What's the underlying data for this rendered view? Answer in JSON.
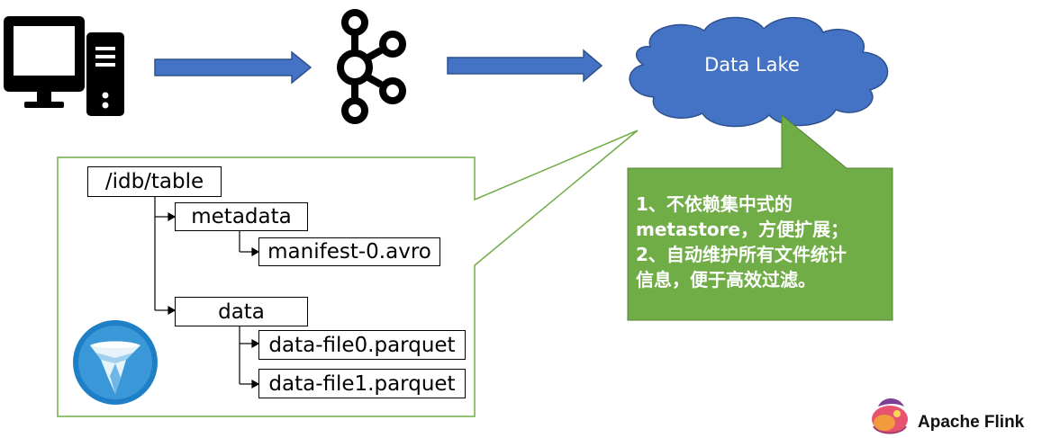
{
  "cloud": {
    "label": "Data Lake"
  },
  "tree": {
    "root": "/idb/table",
    "metadata": "metadata",
    "manifest": "manifest-0.avro",
    "data": "data",
    "file0": "data-file0.parquet",
    "file1": "data-file1.parquet"
  },
  "callout": {
    "lines": [
      "1、不依赖集中式的",
      "metastore，方便扩展；",
      "2、自动维护所有文件统计",
      "信息，便于高效过滤。"
    ]
  },
  "brand": {
    "label": "Apache Flink"
  },
  "colors": {
    "arrow_fill": "#4472c4",
    "arrow_stroke": "#2f528f",
    "cloud_fill": "#4472c4",
    "callout_fill": "#70ad47",
    "frame_stroke": "#70ad47",
    "iceberg_blue": "#1f7fc6"
  },
  "icons": [
    "desktop-computer-icon",
    "kafka-icon",
    "iceberg-logo-icon",
    "apache-flink-logo-icon"
  ]
}
